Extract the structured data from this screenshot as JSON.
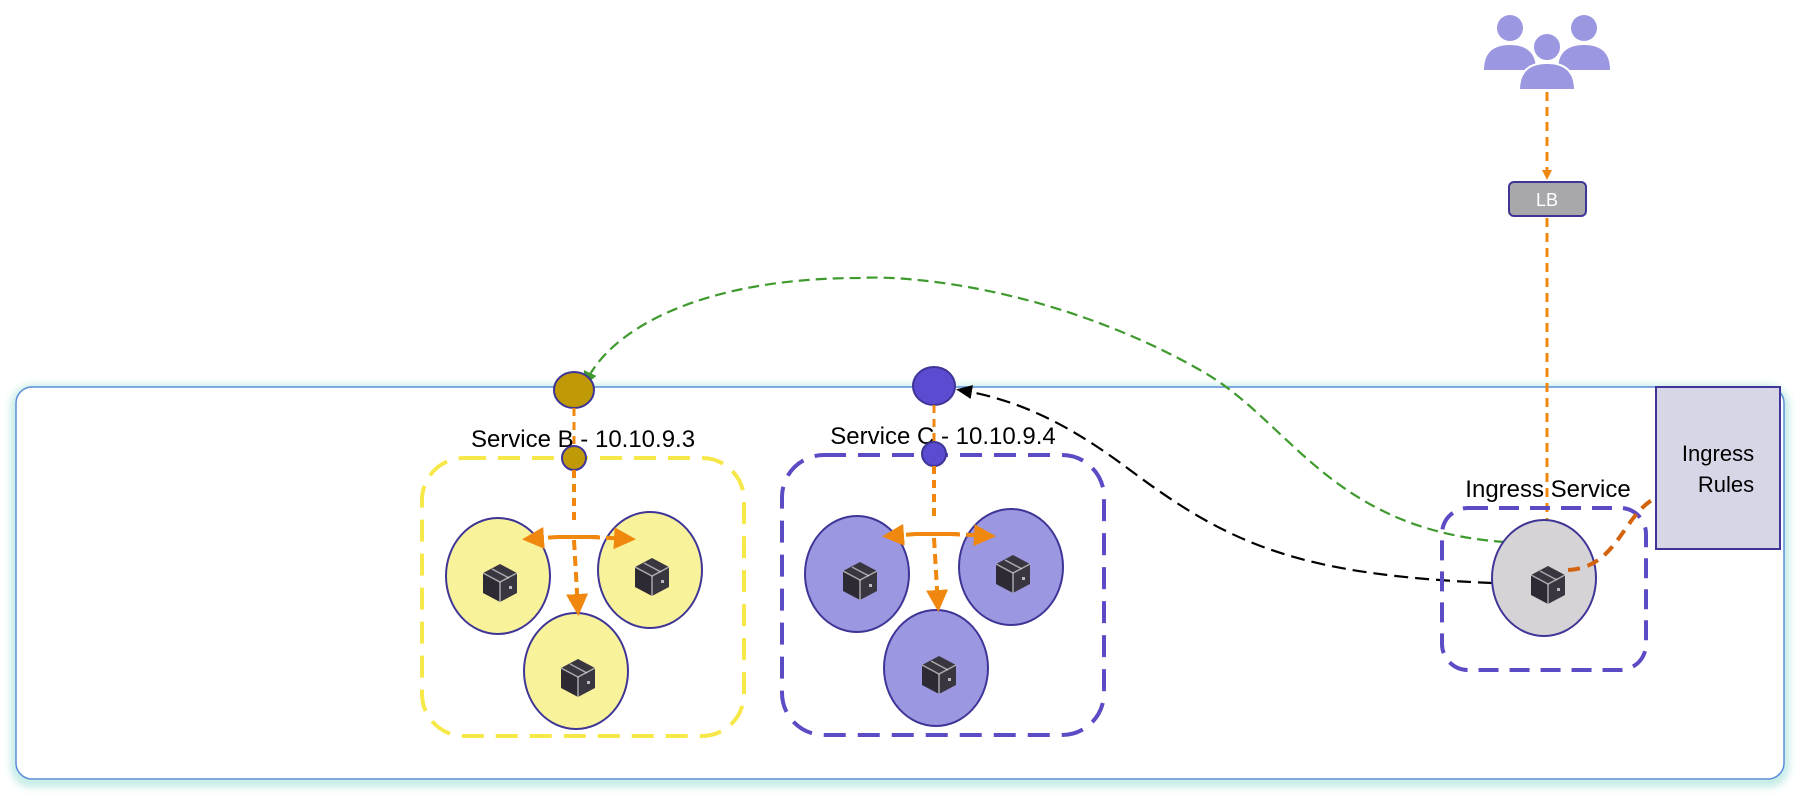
{
  "lb": {
    "label": "LB"
  },
  "services": {
    "b": {
      "label": "Service B - 10.10.9.3",
      "color": "#F8F39A",
      "border_color": "#F7E84A",
      "dot_color": "#C09A06"
    },
    "c": {
      "label": "Service C - 10.10.9.4",
      "color": "#9B97E0",
      "border_color": "#5B4BC4",
      "dot_color": "#5A4BD0"
    }
  },
  "ingress_service": {
    "label": "Ingress Service",
    "pod_color": "#D6D3D7"
  },
  "ingress_rules": {
    "line1": "Ingress",
    "line2": "Rules"
  },
  "icons": {
    "users": "users-icon",
    "pod": "package-box-icon"
  },
  "colors": {
    "cluster_border": "#5B8FD8",
    "cluster_glow": "#BFEAE4",
    "flow_orange": "#F0870F",
    "flow_green": "#3F9A2E",
    "flow_black": "#000000",
    "users": "#9B97E0",
    "lb_fill": "#A8A7AA",
    "lb_border": "#3E3596",
    "rules_fill": "#D6D6E6",
    "rules_border": "#3E3596"
  }
}
